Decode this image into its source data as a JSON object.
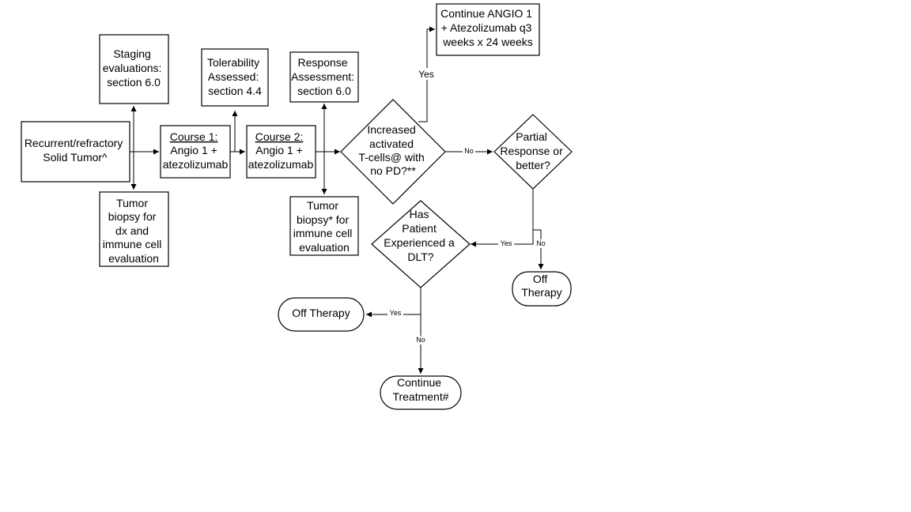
{
  "nodes": {
    "recurrent": {
      "shape": "rect",
      "lines": [
        "Recurrent/refractory",
        "Solid Tumor^"
      ]
    },
    "staging": {
      "shape": "rect",
      "lines": [
        "Staging",
        "evaluations:",
        "section 6.0"
      ]
    },
    "tumor_biopsy_dx": {
      "shape": "rect",
      "lines": [
        "Tumor",
        "biopsy for",
        "dx and",
        "immune cell",
        "evaluation"
      ]
    },
    "course1": {
      "shape": "rect",
      "lines": [
        "Course 1:",
        "Angio 1 +",
        "atezolizumab"
      ]
    },
    "tolerability": {
      "shape": "rect",
      "lines": [
        "Tolerability",
        "Assessed:",
        "section 4.4"
      ]
    },
    "course2": {
      "shape": "rect",
      "lines": [
        "Course 2:",
        "Angio 1 +",
        "atezolizumab"
      ]
    },
    "response": {
      "shape": "rect",
      "lines": [
        "Response",
        "Assessment:",
        "section 6.0"
      ]
    },
    "tumor_biopsy_immune": {
      "shape": "rect",
      "lines": [
        "Tumor",
        "biopsy* for",
        "immune cell",
        "evaluation"
      ]
    },
    "increased_tcells": {
      "shape": "diamond",
      "lines": [
        "Increased",
        "activated",
        "T-cells@ with",
        "no PD?**"
      ]
    },
    "continue_angio": {
      "shape": "rect",
      "lines": [
        "Continue ANGIO 1",
        "+ Atezolizumab q3",
        "weeks x 24 weeks"
      ]
    },
    "partial_response": {
      "shape": "diamond",
      "lines": [
        "Partial",
        "Response or",
        "better?"
      ]
    },
    "dlt": {
      "shape": "diamond",
      "lines": [
        "Has",
        "Patient",
        "Experienced a",
        "DLT?"
      ]
    },
    "off_therapy_right": {
      "shape": "terminal",
      "lines": [
        "Off",
        "Therapy"
      ]
    },
    "off_therapy_left": {
      "shape": "terminal",
      "lines": [
        "Off Therapy"
      ]
    },
    "continue_treatment": {
      "shape": "terminal",
      "lines": [
        "Continue",
        "Treatment#"
      ]
    }
  },
  "edge_labels": {
    "yes": "Yes",
    "no": "No"
  }
}
